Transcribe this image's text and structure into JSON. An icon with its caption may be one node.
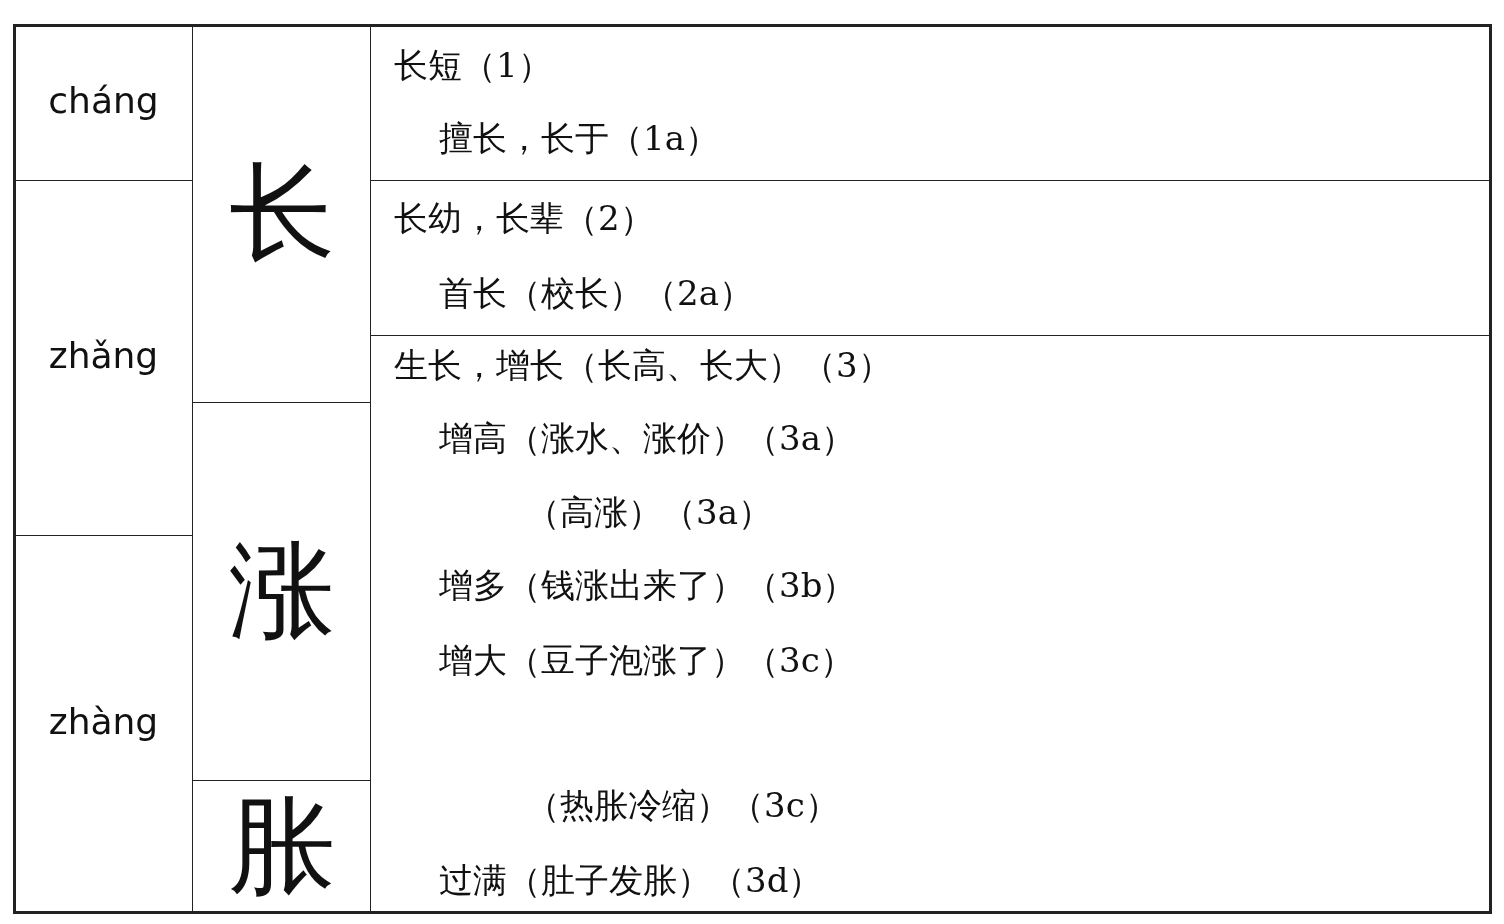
{
  "diagram": {
    "nodes": [
      {
        "text": [
          "cháng"
        ]
      },
      {
        "text": [
          "zhǎng"
        ]
      },
      {
        "text": [
          "zhàng"
        ]
      },
      {
        "text": [
          "长"
        ]
      },
      {
        "text": [
          "涨"
        ]
      },
      {
        "text": [
          "胀"
        ]
      },
      {
        "text": [
          "长短（1）",
          "擅长，长于（1a）"
        ]
      },
      {
        "text": [
          "长幼，长辈（2）",
          "首长（校长）（2a）"
        ]
      },
      {
        "text": [
          "生长，增长（长高、长大）（3）",
          "增高（涨水、涨价）（3a）",
          "（高涨）（3a）",
          "增多（钱涨出来了）（3b）",
          "增大（豆子泡涨了）（3c）",
          "（热胀冷缩）（3c）",
          "过满（肚子发胀）（3d）"
        ]
      }
    ]
  }
}
